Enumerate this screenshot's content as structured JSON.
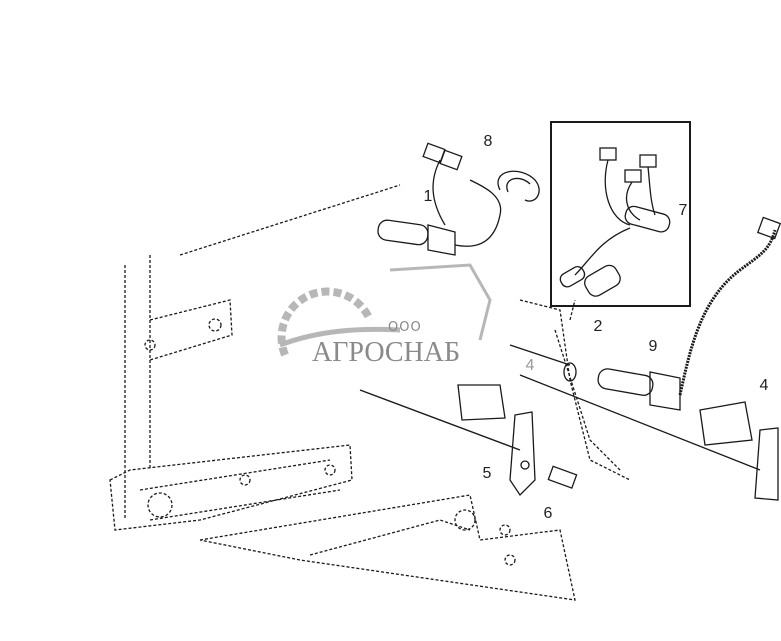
{
  "callouts": [
    {
      "id": "c8",
      "label": "8"
    },
    {
      "id": "c1",
      "label": "1"
    },
    {
      "id": "c7",
      "label": "7"
    },
    {
      "id": "c2",
      "label": "2"
    },
    {
      "id": "c9",
      "label": "9"
    },
    {
      "id": "c4a",
      "label": "4"
    },
    {
      "id": "c4b",
      "label": "4"
    },
    {
      "id": "c5",
      "label": "5"
    },
    {
      "id": "c6",
      "label": "6"
    }
  ],
  "watermark": {
    "prefix": "ООО",
    "name": "АГРОСНАБ"
  },
  "colors": {
    "line": "#1a1a1a",
    "watermark": "#8a8a8a"
  }
}
